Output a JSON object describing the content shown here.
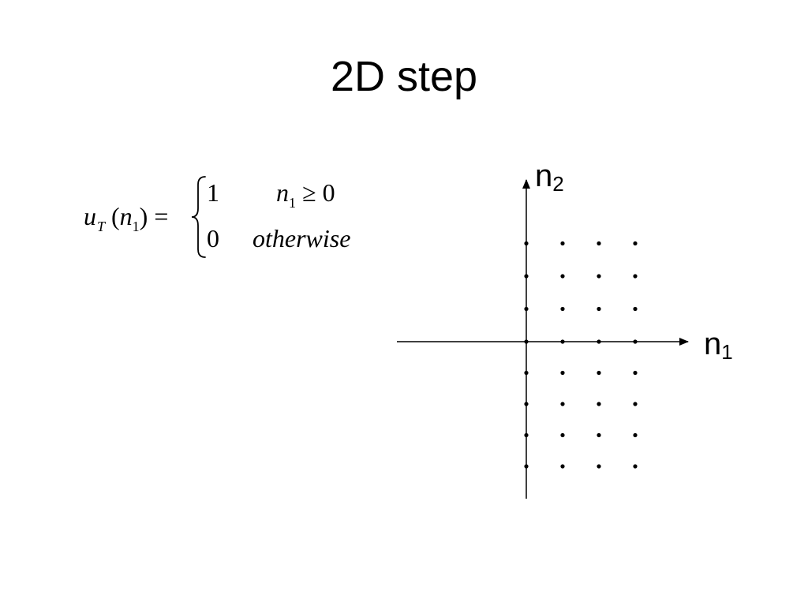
{
  "slide": {
    "title": "2D step"
  },
  "formula": {
    "lhs_function": "u",
    "lhs_subscript": "T",
    "lhs_open": " (",
    "lhs_var": "n",
    "lhs_var_subscript": "1",
    "lhs_close": ")  =",
    "case1_value": "1",
    "case1_cond_var": "n",
    "case1_cond_subscript": "1",
    "case1_cond_rest": " ≥ 0",
    "case2_value": "0",
    "case2_cond": "otherwise"
  },
  "axes": {
    "vertical_label": "n",
    "vertical_label_subscript": "2",
    "horizontal_label": "n",
    "horizontal_label_subscript": "1"
  },
  "lattice": {
    "n1_values": [
      0,
      1,
      2,
      3
    ],
    "n2_values": [
      3,
      2,
      1,
      0,
      -1,
      -2,
      -3,
      -4
    ]
  }
}
